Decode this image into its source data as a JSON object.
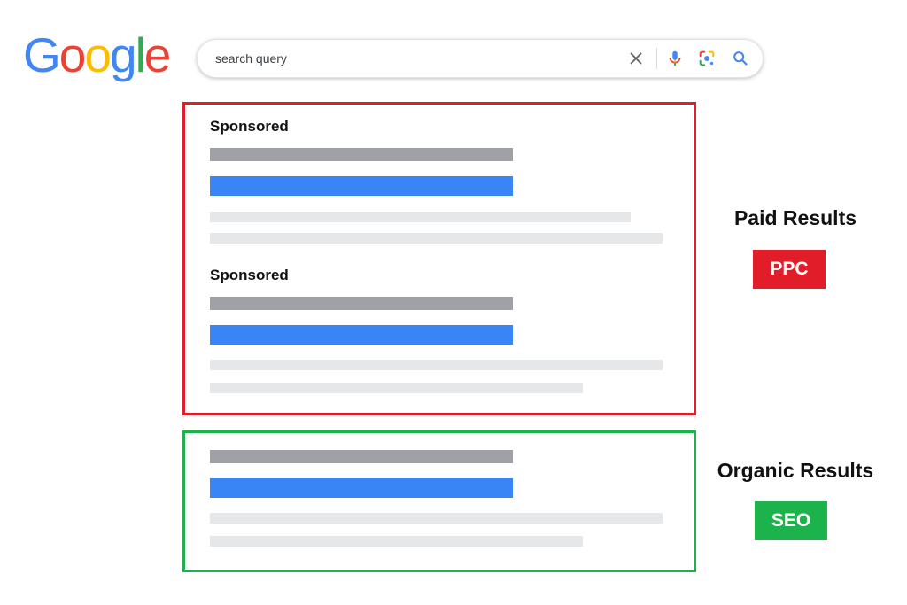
{
  "logo": {
    "letters": [
      "G",
      "o",
      "o",
      "g",
      "l",
      "e"
    ],
    "colors": [
      "#4285F4",
      "#EA4335",
      "#FBBC05",
      "#4285F4",
      "#34A853",
      "#EA4335"
    ]
  },
  "search": {
    "query": "search query",
    "icons": [
      "close-icon",
      "microphone-icon",
      "lens-icon",
      "search-icon"
    ]
  },
  "paid": {
    "results": [
      {
        "label": "Sponsored"
      },
      {
        "label": "Sponsored"
      }
    ],
    "heading": "Paid Results",
    "badge": "PPC",
    "border_color": "#E11D2A",
    "badge_color": "#E11D2A"
  },
  "organic": {
    "heading": "Organic Results",
    "badge": "SEO",
    "border_color": "#1DB34C",
    "badge_color": "#1DB34C"
  },
  "colors": {
    "title_bar": "#9FA1A6",
    "link_bar": "#3A85F5",
    "snippet_bar": "#E6E7E9"
  }
}
